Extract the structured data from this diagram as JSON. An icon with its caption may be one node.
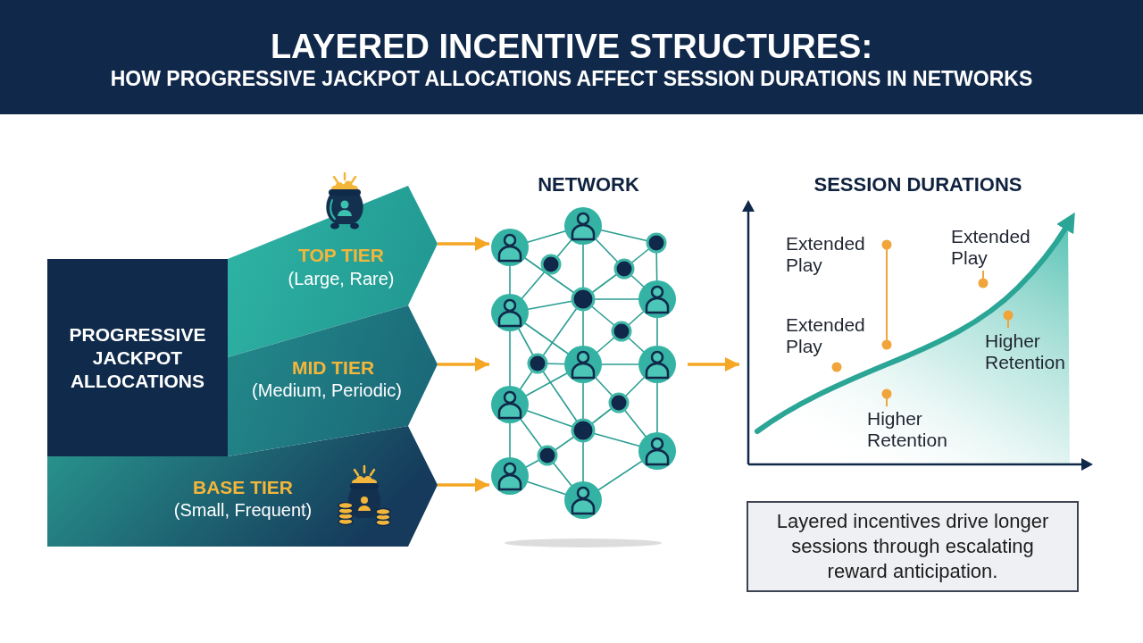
{
  "diagram": {
    "title": "LAYERED INCENTIVE STRUCTURES:",
    "nodes": [
      {
        "text": [
          "PROGRESSIVE JACKPOT ALLOCATIONS"
        ]
      },
      {
        "text": [
          "TOP TIER",
          "(Large, Rare)"
        ]
      },
      {
        "text": [
          "MID TIER",
          "(Medium, Periodic)"
        ]
      },
      {
        "text": [
          "BASE TIER",
          "(Small, Frequent)"
        ]
      },
      {
        "text": [
          "NETWORK"
        ]
      },
      {
        "text": [
          "SESSION DURATIONS"
        ]
      },
      {
        "text": [
          "Layered incentives drive longer sessions through escalating reward anticipation."
        ]
      }
    ],
    "edges": [
      {
        "from": 1,
        "to": 4,
        "arrow": "to"
      },
      {
        "from": 2,
        "to": 4,
        "arrow": "to"
      },
      {
        "from": 3,
        "to": 4,
        "arrow": "to"
      },
      {
        "from": 4,
        "to": 5,
        "arrow": "to"
      }
    ],
    "labels": [
      "HOW PROGRESSIVE JACKPOT ALLOCATIONS AFFECT SESSION DURATIONS IN NETWORKS",
      "Extended Play",
      "Extended Play",
      "Extended Play",
      "Higher Retention",
      "Higher Retention"
    ]
  }
}
